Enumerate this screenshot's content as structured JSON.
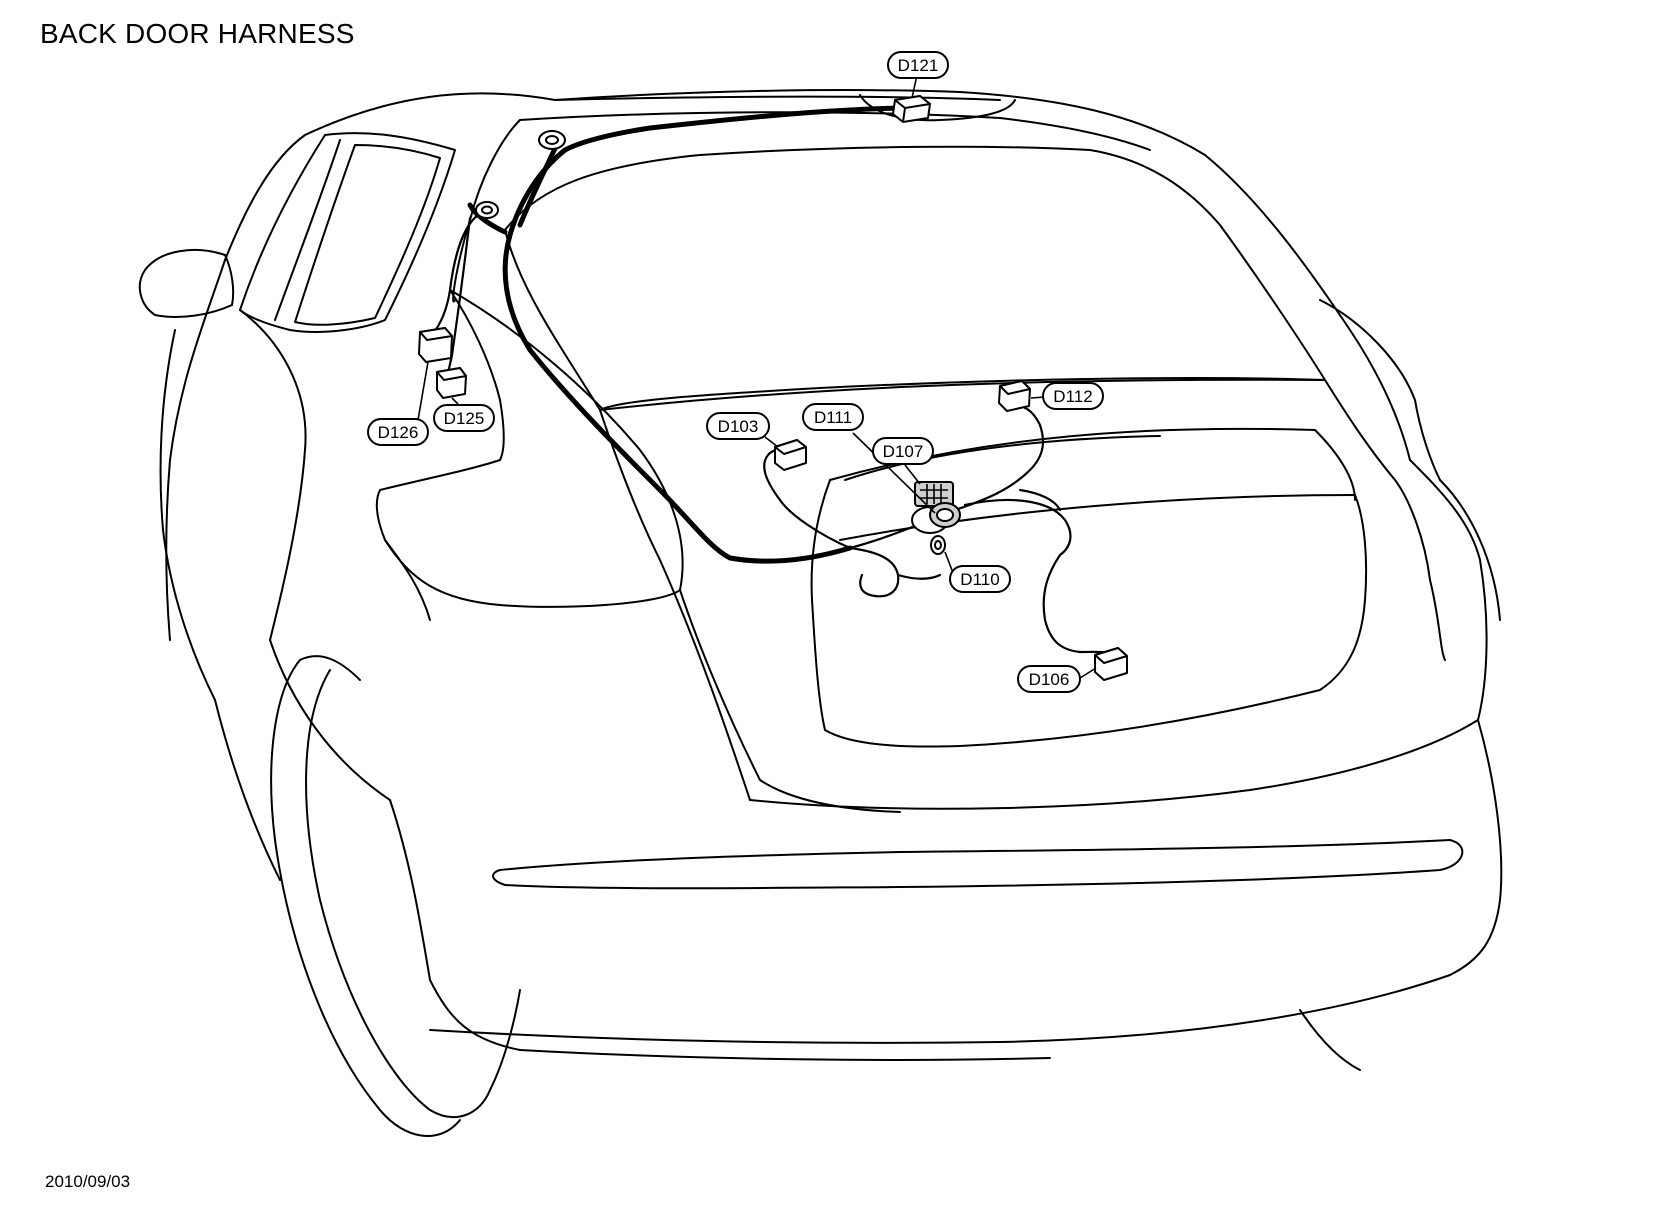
{
  "title": "BACK DOOR HARNESS",
  "date": "2010/09/03",
  "connectors": {
    "d121": "D121",
    "d126": "D126",
    "d125": "D125",
    "d103": "D103",
    "d111": "D111",
    "d107": "D107",
    "d112": "D112",
    "d110": "D110",
    "d106": "D106"
  }
}
